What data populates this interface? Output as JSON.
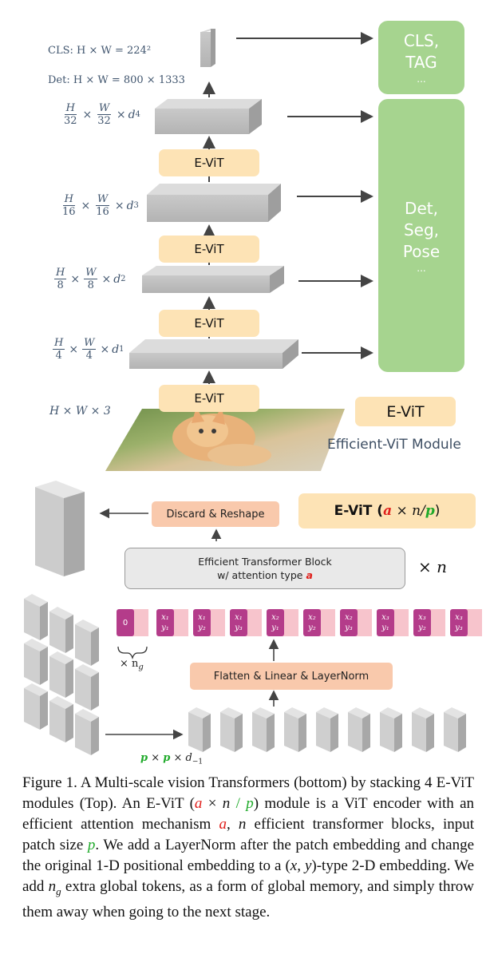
{
  "top_diagram": {
    "cls_input": "CLS: H × W = 224²",
    "det_input": "Det: H × W = 800 × 1333",
    "stages": [
      {
        "h_den": "32",
        "w_den": "32",
        "d": "d",
        "d_sub": "4"
      },
      {
        "h_den": "16",
        "w_den": "16",
        "d": "d",
        "d_sub": "3"
      },
      {
        "h_den": "8",
        "w_den": "8",
        "d": "d",
        "d_sub": "2"
      },
      {
        "h_den": "4",
        "w_den": "4",
        "d": "d",
        "d_sub": "1"
      }
    ],
    "input_dims": "H × W × 3",
    "module_label": "E-ViT",
    "legend_label": "E-ViT",
    "legend_caption": "Efficient-ViT Module",
    "output_cls": [
      "CLS,",
      "TAG",
      "..."
    ],
    "output_det": [
      "Det,",
      "Seg,",
      "Pose",
      "..."
    ]
  },
  "bottom_diagram": {
    "discard": "Discard & Reshape",
    "evit_title_prefix": "E-ViT (",
    "evit_a": "a",
    "evit_times_n": " × n/",
    "evit_p": "p",
    "evit_close": ")",
    "block_line1": "Efficient Transformer Block",
    "block_line2": "w/ attention type ",
    "block_a": "a",
    "times_n": "× n",
    "flatten": "Flatten & Linear & LayerNorm",
    "global_token": "0",
    "ng_label": "× n",
    "ng_sub": "g",
    "patch_label_p1": "p",
    "patch_label_p2": "p",
    "patch_label_d": "× d",
    "patch_label_sub": "−1",
    "tokens": [
      {
        "x": "x₁",
        "y": "y₁"
      },
      {
        "x": "x₁",
        "y": "y₂"
      },
      {
        "x": "x₁",
        "y": "y₃"
      },
      {
        "x": "x₂",
        "y": "y₁"
      },
      {
        "x": "x₂",
        "y": "y₂"
      },
      {
        "x": "x₂",
        "y": "y₃"
      },
      {
        "x": "x₃",
        "y": "y₁"
      },
      {
        "x": "x₃",
        "y": "y₂"
      },
      {
        "x": "x₃",
        "y": "y₃"
      }
    ]
  },
  "caption": {
    "s1": "Figure 1. A Multi-scale vision Transformers (bottom) by stacking 4 E-ViT modules (Top).  An E-ViT (",
    "a1": "a",
    "s2": " × ",
    "n1": "n",
    "s3": " / ",
    "p1": "p",
    "s4": ") module is a ViT encoder with an efficient attention mechanism ",
    "a2": "a",
    "s5": ", ",
    "n2": "n",
    "s6": " efficient transformer blocks, input patch size ",
    "p2": "p",
    "s7": ". We add a LayerNorm after the patch embedding and change the original 1-D positional embedding to a (",
    "xy": "x, y",
    "s8": ")-type 2-D embedding. We add ",
    "ng": "n",
    "ng_sub": "g",
    "s9": " extra global tokens, as a form of global memory, and simply throw them away when going to the next stage."
  }
}
